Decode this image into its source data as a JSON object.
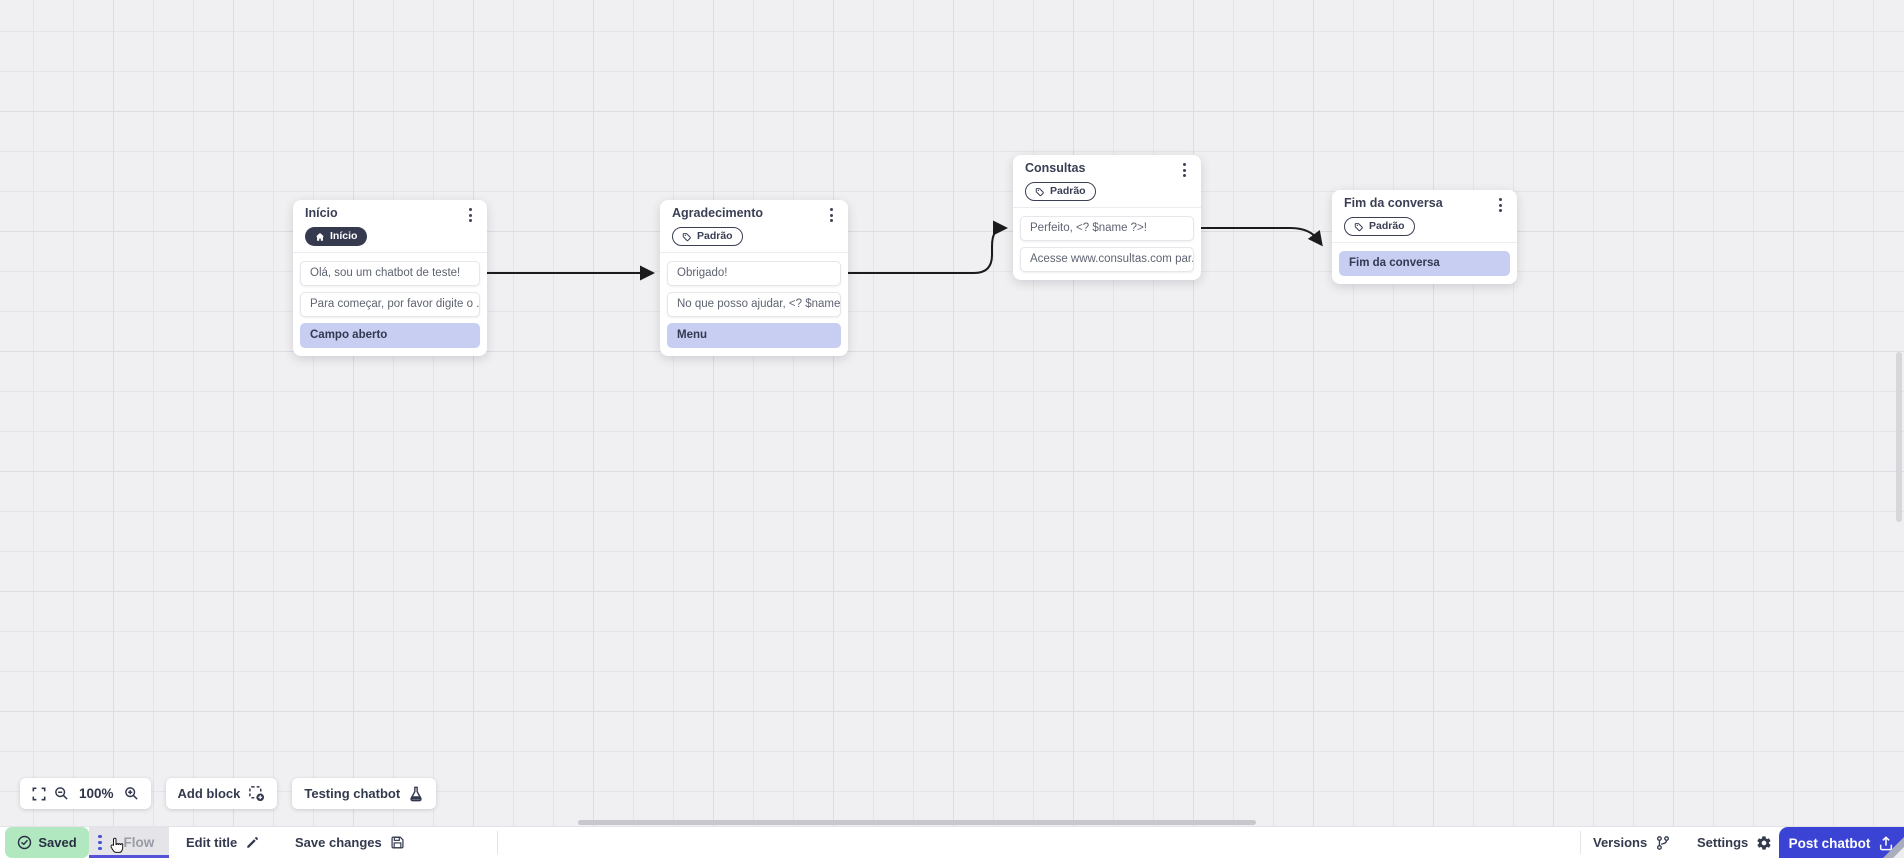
{
  "canvas": {
    "nodes": [
      {
        "title": "Início",
        "badge": {
          "icon": "home",
          "label": "Início"
        },
        "cards": [
          {
            "text": "Olá, sou um chatbot de teste!",
            "variant": "message"
          },
          {
            "text": "Para começar, por favor digite o ...",
            "variant": "message"
          },
          {
            "text": "Campo aberto",
            "variant": "action"
          }
        ]
      },
      {
        "title": "Agradecimento",
        "badge": {
          "icon": "tag",
          "label": "Padrão"
        },
        "cards": [
          {
            "text": "Obrigado!",
            "variant": "message"
          },
          {
            "text": "No que posso ajudar, <? $name ...",
            "variant": "message"
          },
          {
            "text": "Menu",
            "variant": "action"
          }
        ]
      },
      {
        "title": "Consultas",
        "badge": {
          "icon": "tag",
          "label": "Padrão"
        },
        "cards": [
          {
            "text": "Perfeito, <? $name ?>!",
            "variant": "message"
          },
          {
            "text": "Acesse www.consultas.com par...",
            "variant": "message"
          }
        ]
      },
      {
        "title": "Fim da conversa",
        "badge": {
          "icon": "tag",
          "label": "Padrão"
        },
        "cards": [
          {
            "text": "Fim da conversa",
            "variant": "action"
          }
        ]
      }
    ]
  },
  "controls": {
    "zoom_level": "100%",
    "add_block_label": "Add block",
    "testing_chatbot_label": "Testing chatbot"
  },
  "statusbar": {
    "saved_label": "Saved",
    "flow_tab_label": "Flow",
    "edit_title_label": "Edit title",
    "save_changes_label": "Save changes",
    "versions_label": "Versions",
    "settings_label": "Settings",
    "post_chatbot_label": "Post chatbot"
  },
  "colors": {
    "accent_blue": "#3a43d4",
    "saved_green": "#b2e8c0",
    "action_card_lavender": "#c8cdf2",
    "tab_underline_purple": "#5551d8",
    "dark_badge": "#363a4e",
    "connector": "#1b1b1e"
  }
}
